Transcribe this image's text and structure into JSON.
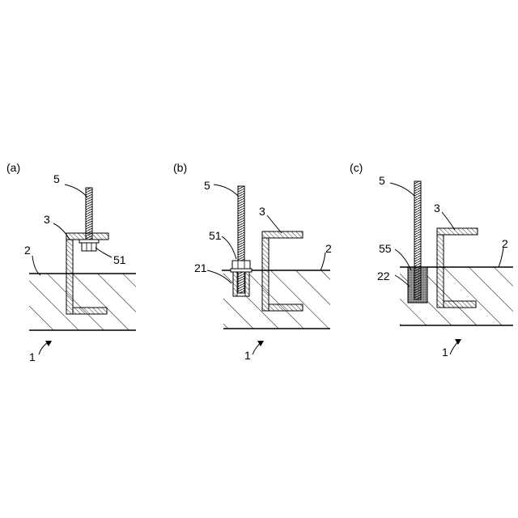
{
  "panels": [
    {
      "id": "a",
      "label": "(a)",
      "parts": [
        {
          "ref": "bolt",
          "label": "5"
        },
        {
          "ref": "channel",
          "label": "3"
        },
        {
          "ref": "ground-surface",
          "label": "2"
        },
        {
          "ref": "nut",
          "label": "51"
        },
        {
          "ref": "foundation",
          "label": "1"
        }
      ]
    },
    {
      "id": "b",
      "label": "(b)",
      "parts": [
        {
          "ref": "bolt",
          "label": "5"
        },
        {
          "ref": "channel",
          "label": "3"
        },
        {
          "ref": "nut",
          "label": "51"
        },
        {
          "ref": "ground-surface",
          "label": "2"
        },
        {
          "ref": "anchor-sleeve",
          "label": "21"
        },
        {
          "ref": "foundation",
          "label": "1"
        }
      ]
    },
    {
      "id": "c",
      "label": "(c)",
      "parts": [
        {
          "ref": "bolt",
          "label": "5"
        },
        {
          "ref": "channel",
          "label": "3"
        },
        {
          "ref": "grout",
          "label": "55"
        },
        {
          "ref": "ground-surface",
          "label": "2"
        },
        {
          "ref": "anchor-hole",
          "label": "22"
        },
        {
          "ref": "foundation",
          "label": "1"
        }
      ]
    }
  ]
}
